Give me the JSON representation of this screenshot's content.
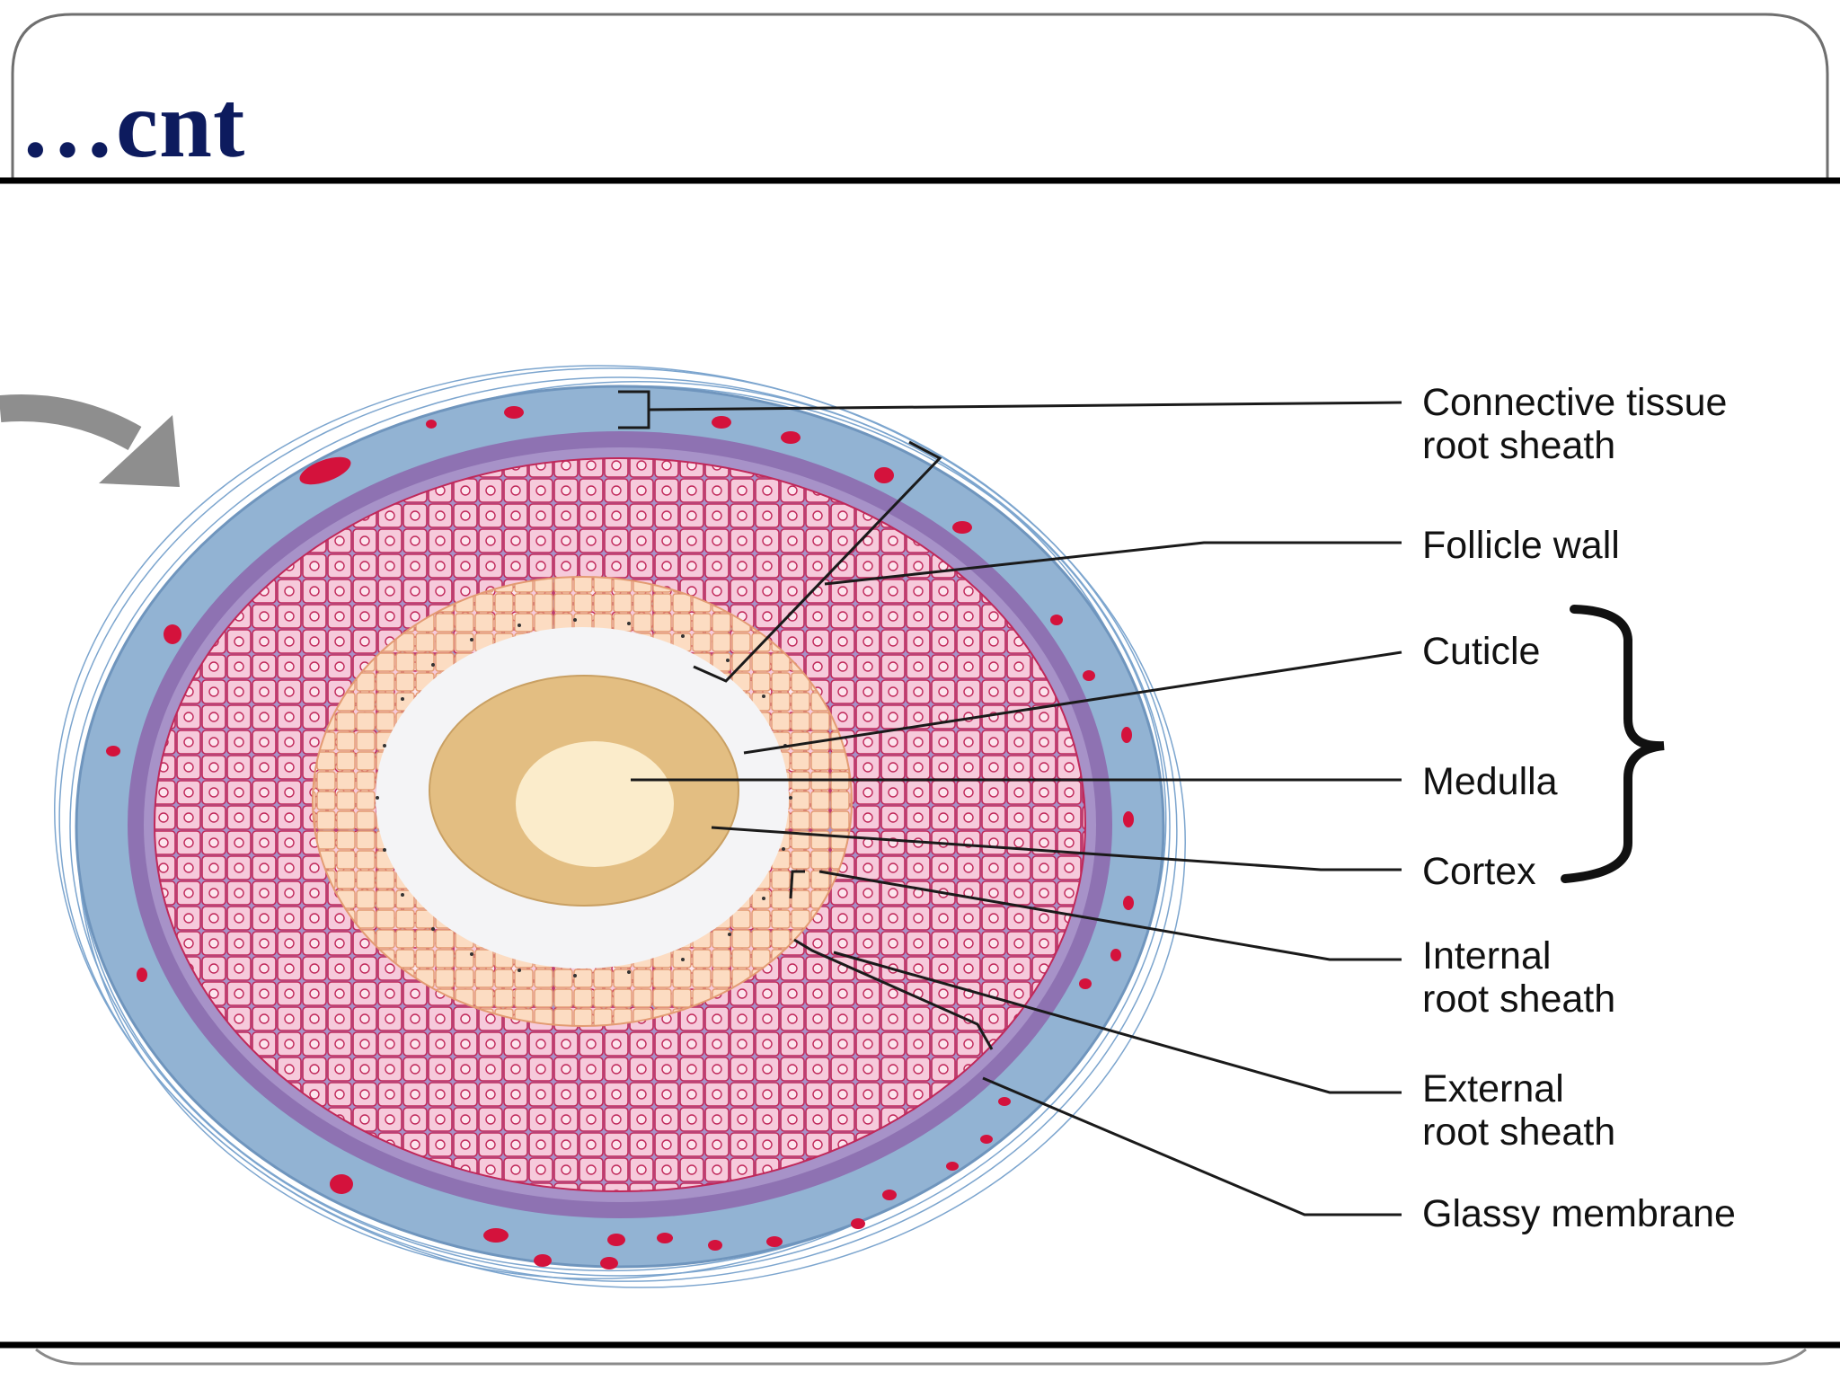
{
  "slide": {
    "title": "…cnt"
  },
  "diagram": {
    "labels": {
      "connective_tissue": [
        "Connective tissue",
        "root sheath"
      ],
      "follicle_wall": "Follicle wall",
      "cuticle": "Cuticle",
      "medulla": "Medulla",
      "cortex": "Cortex",
      "internal_root_sheath": [
        "Internal",
        "root sheath"
      ],
      "external_root_sheath": [
        "External",
        "root sheath"
      ],
      "glassy_membrane": "Glassy membrane"
    },
    "colors": {
      "connective_tissue": "#92b3d3",
      "glassy_membrane": "#8e72b2",
      "epithelium": "#f4c4d6",
      "cell_outline": "#c0285a",
      "inner_sheath": "#fbdcc0",
      "cuticle_zone": "#f4f4f6",
      "cortex": "#e3be82",
      "medulla": "#fbeccb",
      "blood_cell": "#d4123c",
      "arrow": "#8e8e8e",
      "title": "#0d1b5e"
    }
  }
}
